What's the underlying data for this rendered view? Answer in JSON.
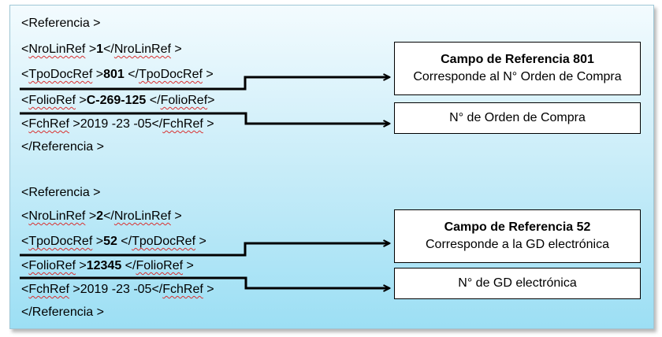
{
  "blocks": [
    {
      "open": "<Referencia >",
      "nrolin": {
        "o": "<",
        "tag1": "NroLinRef",
        "m1": " >",
        "val": "1",
        "m2": "</",
        "tag2": "NroLinRef",
        "c": " >"
      },
      "tpodoc": {
        "o": "<",
        "tag1": "TpoDocRef",
        "m1": " >",
        "val": "801",
        "m2": " </",
        "tag2": "TpoDocRef",
        "c": " >"
      },
      "folio": {
        "o": "<",
        "tag1": "FolioRef",
        "m1": " >",
        "val": "C-269-125",
        "m2": " </",
        "tag2": "FolioRef",
        "c": ">"
      },
      "fch": {
        "o": "<",
        "tag1": "FchRef",
        "m1": " >2019 -23 -05</",
        "tag2": "FchRef",
        "c": " >"
      },
      "close": "</Referencia >",
      "box1": {
        "title": "Campo de Referencia 801",
        "text": "Corresponde al N° Orden de Compra"
      },
      "box2": {
        "text": "N° de Orden de Compra"
      }
    },
    {
      "open": "<Referencia >",
      "nrolin": {
        "o": "<",
        "tag1": "NroLinRef",
        "m1": " >",
        "val": "2",
        "m2": "</",
        "tag2": "NroLinRef",
        "c": " >"
      },
      "tpodoc": {
        "o": "<",
        "tag1": "TpoDocRef",
        "m1": " >",
        "val": "52",
        "m2": " </",
        "tag2": "TpoDocRef",
        "c": " >"
      },
      "folio": {
        "o": "<",
        "tag1": "FolioRef",
        "m1": " >",
        "val": "12345",
        "m2": "  </",
        "tag2": "FolioRef",
        "c": " >"
      },
      "fch": {
        "o": "<",
        "tag1": "FchRef",
        "m1": " >2019 -23 -05</",
        "tag2": "FchRef",
        "c": " >"
      },
      "close": "</Referencia >",
      "box1": {
        "title": "Campo de Referencia 52",
        "text": "Corresponde a la GD electrónica"
      },
      "box2": {
        "text": "N° de GD electrónica"
      }
    }
  ]
}
